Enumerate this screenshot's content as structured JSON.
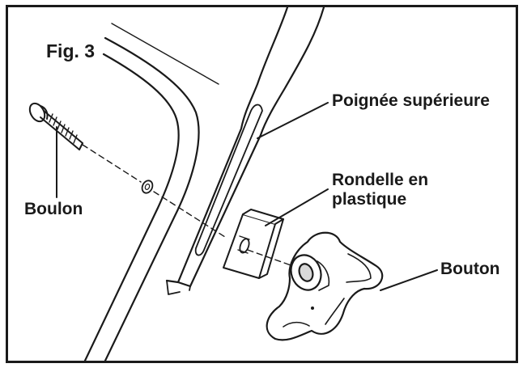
{
  "figure": {
    "title": "Fig. 3"
  },
  "labels": {
    "poignee": "Poignée supérieure",
    "rondelle_line1": "Rondelle en",
    "rondelle_line2": "plastique",
    "boulon": "Boulon",
    "bouton": "Bouton"
  },
  "colors": {
    "line": "#1a1a1a",
    "background": "#ffffff",
    "shade": "#d9d9d9"
  }
}
